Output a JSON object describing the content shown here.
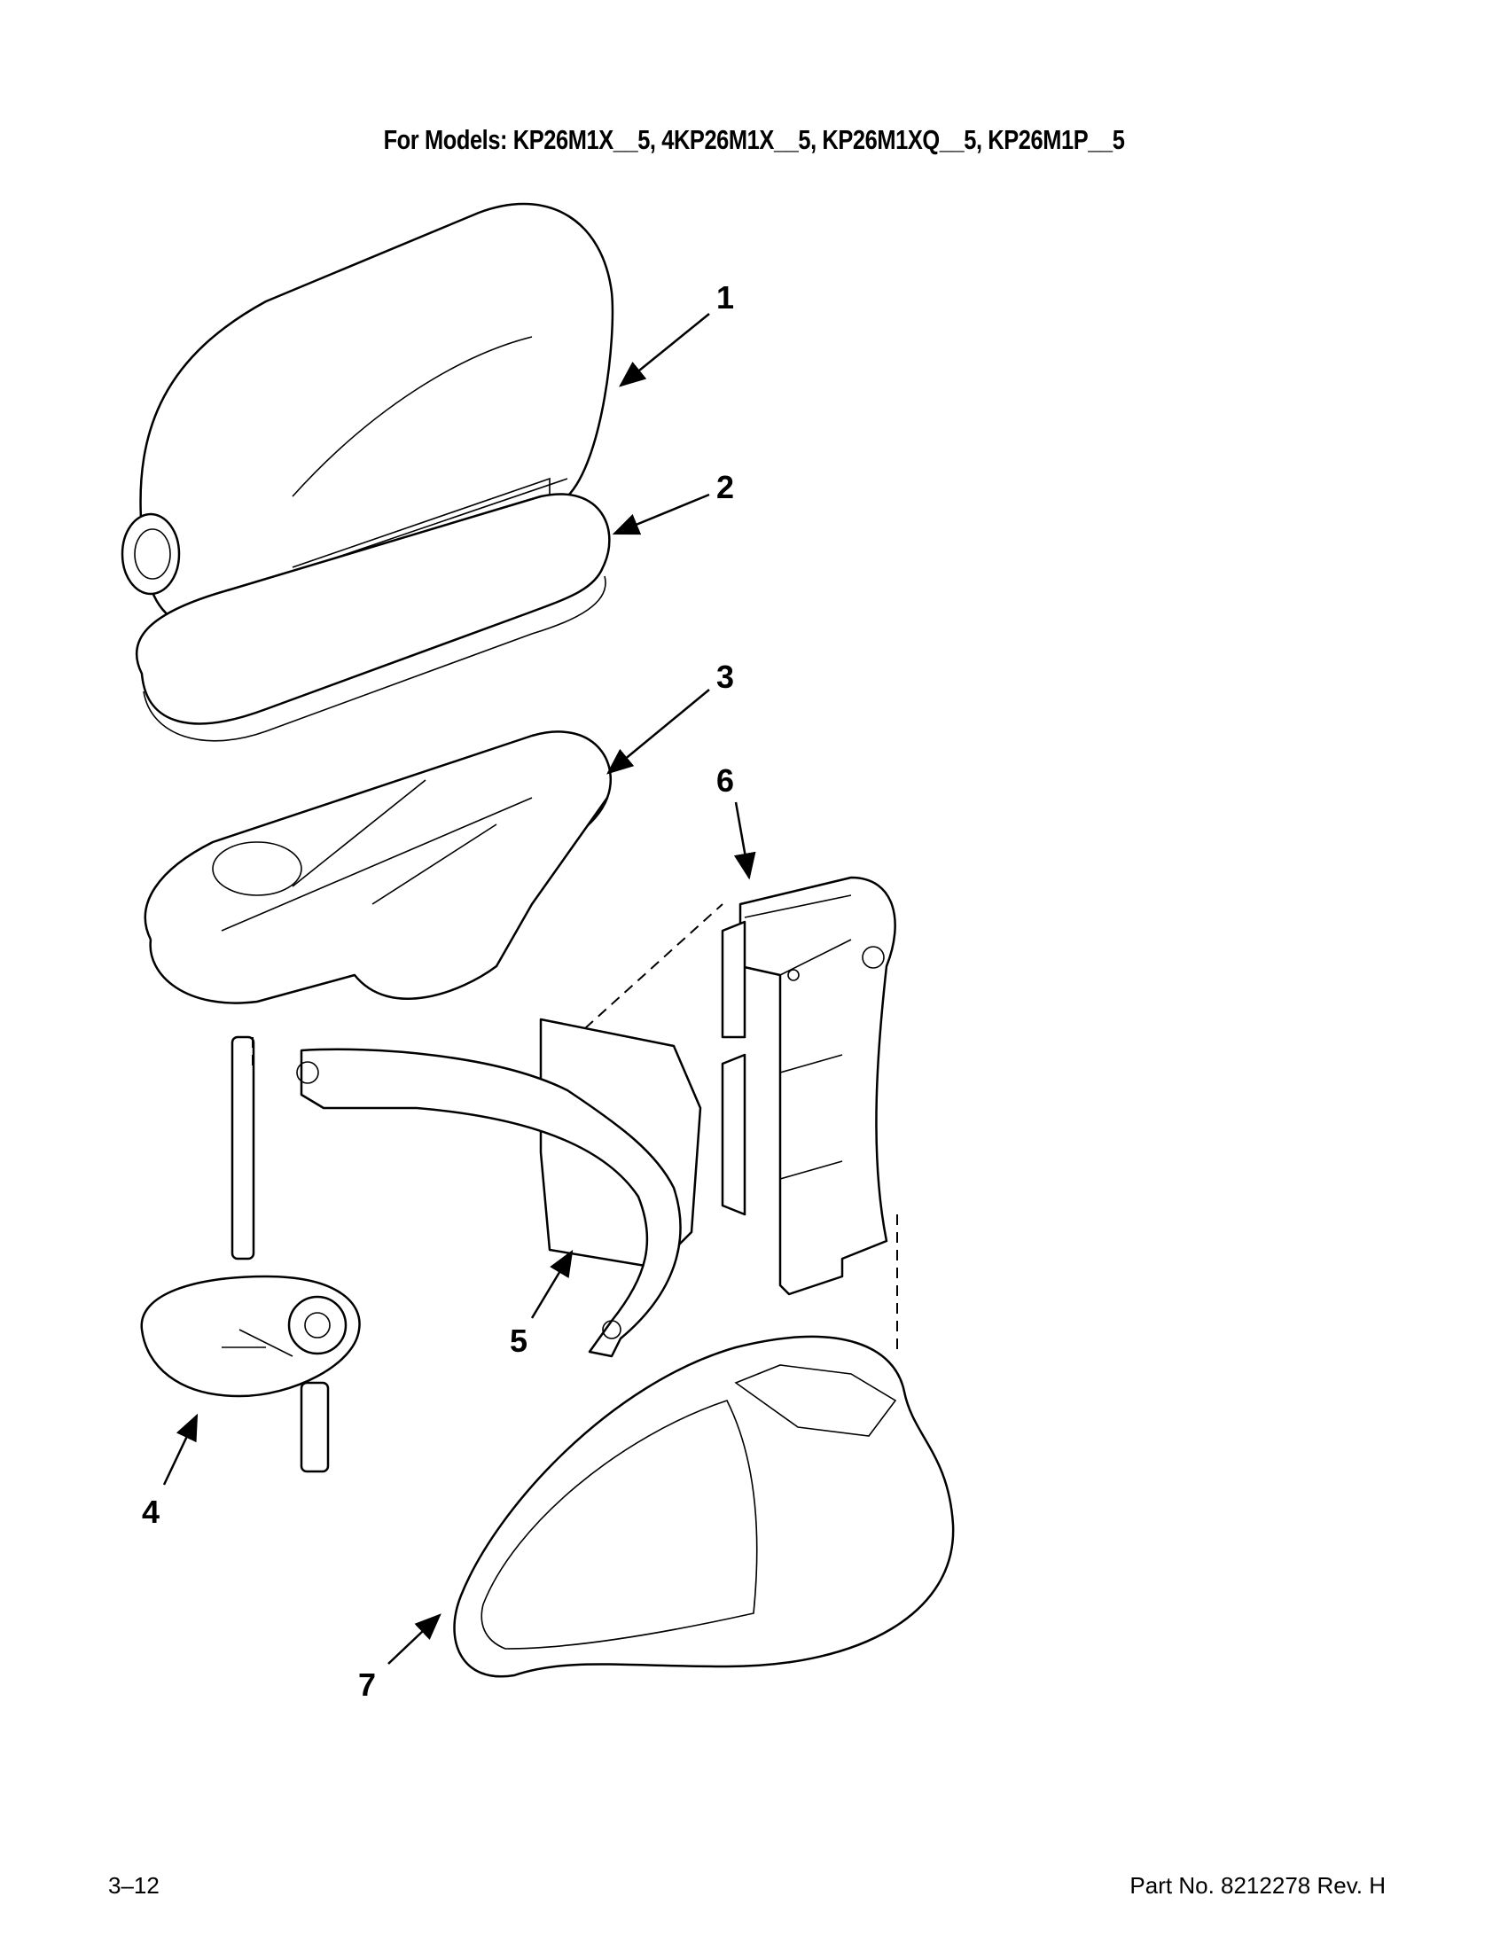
{
  "header": {
    "title": "For Models: KP26M1X__5, 4KP26M1X__5, KP26M1XQ__5, KP26M1P__5"
  },
  "callouts": [
    "1",
    "2",
    "3",
    "4",
    "5",
    "6",
    "7"
  ],
  "footer": {
    "page": "3–12",
    "part_number": "Part No. 8212278 Rev. H"
  }
}
